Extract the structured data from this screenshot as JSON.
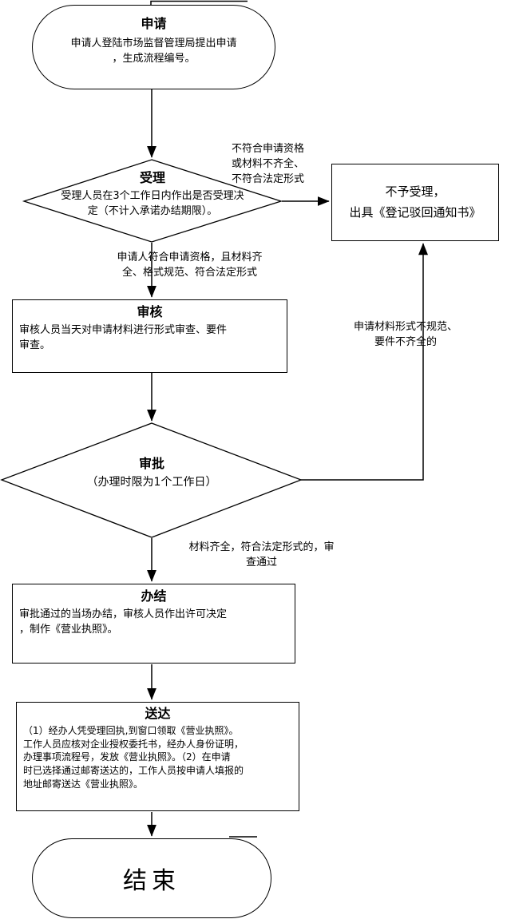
{
  "page": {
    "background": "#ffffff"
  },
  "diagram": {
    "type": "flowchart",
    "colors": {
      "stroke": "#000000",
      "fill": "#ffffff",
      "text": "#000000"
    },
    "nodes": {
      "start": {
        "shape": "terminator",
        "title": "申请",
        "body": "申请人登陆市场监督管理局提出申请\n，生成流程编号。"
      },
      "accept": {
        "shape": "decision",
        "title": "受理",
        "body": "受理人员在3个工作日内作出是否受理决\n定（不计入承诺办结期限）。"
      },
      "reject": {
        "shape": "process",
        "body": "不予受理，\n出具《登记驳回通知书》"
      },
      "review": {
        "shape": "process",
        "title": "审核",
        "body": "审核人员当天对申请材料进行形式审查、要件\n审查。"
      },
      "approve": {
        "shape": "decision",
        "title": "审批",
        "body": "（办理时限为1个工作日）"
      },
      "complete": {
        "shape": "process",
        "title": "办结",
        "body": "审批通过的当场办结，审核人员作出许可决定\n，制作《营业执照》。"
      },
      "deliver": {
        "shape": "process",
        "title": "送达",
        "body": "（1）经办人凭受理回执,到窗口领取《营业执照》。\n工作人员应核对企业授权委托书，经办人身份证明，\n办理事项流程号，发放《营业执照》。（2）在申请\n时已选择通过邮寄送达的，工作人员按申请人填报的\n地址邮寄送达《营业执照》。"
      },
      "end": {
        "shape": "terminator",
        "title": "结束"
      }
    },
    "edge_labels": {
      "not_qualified": "不符合申请资格\n或材料不齐全、\n不符合法定形式",
      "qualified": "申请人符合申请资格，且材料齐\n全、格式规范、符合法定形式",
      "form_issue": "申请材料形式不规范、\n要件不齐全的",
      "pass": "材料齐全，符合法定形式的，审\n查通过"
    }
  }
}
